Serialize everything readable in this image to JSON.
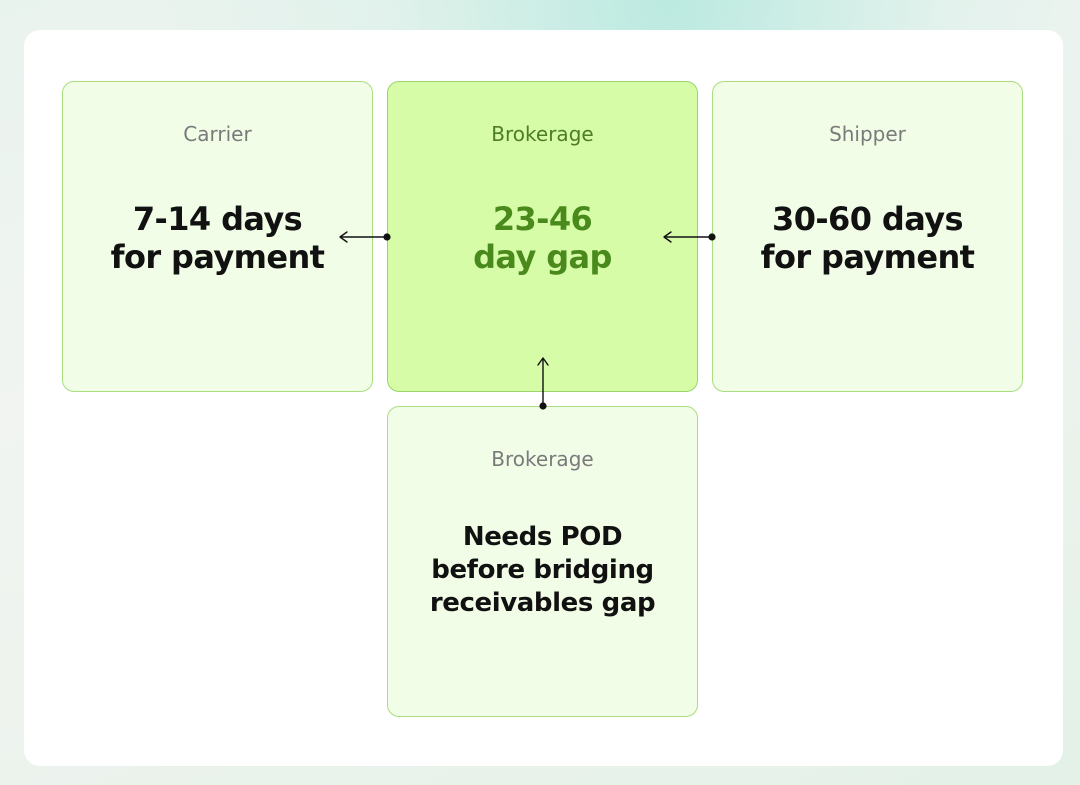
{
  "diagram": {
    "nodes": [
      {
        "id": "carrier",
        "label": "Carrier",
        "value_lines": [
          "7-14 days",
          "for payment"
        ]
      },
      {
        "id": "brokerage",
        "label": "Brokerage",
        "value_lines": [
          "23-46",
          "day gap"
        ]
      },
      {
        "id": "shipper",
        "label": "Shipper",
        "value_lines": [
          "30-60 days",
          "for payment"
        ]
      },
      {
        "id": "brokerage-pod",
        "label": "Brokerage",
        "value_lines": [
          "Needs POD",
          "before bridging",
          "receivables gap"
        ]
      }
    ],
    "edges": [
      {
        "from": "brokerage",
        "to": "carrier"
      },
      {
        "from": "shipper",
        "to": "brokerage"
      },
      {
        "from": "brokerage-pod",
        "to": "brokerage"
      }
    ]
  },
  "colors": {
    "card_fill": "#f2fde8",
    "card_highlight_fill": "#d6fca8",
    "card_border": "#a8de7e",
    "highlight_text": "#4a8a1c",
    "label_text": "#7a7a7a",
    "value_text": "#111111"
  }
}
